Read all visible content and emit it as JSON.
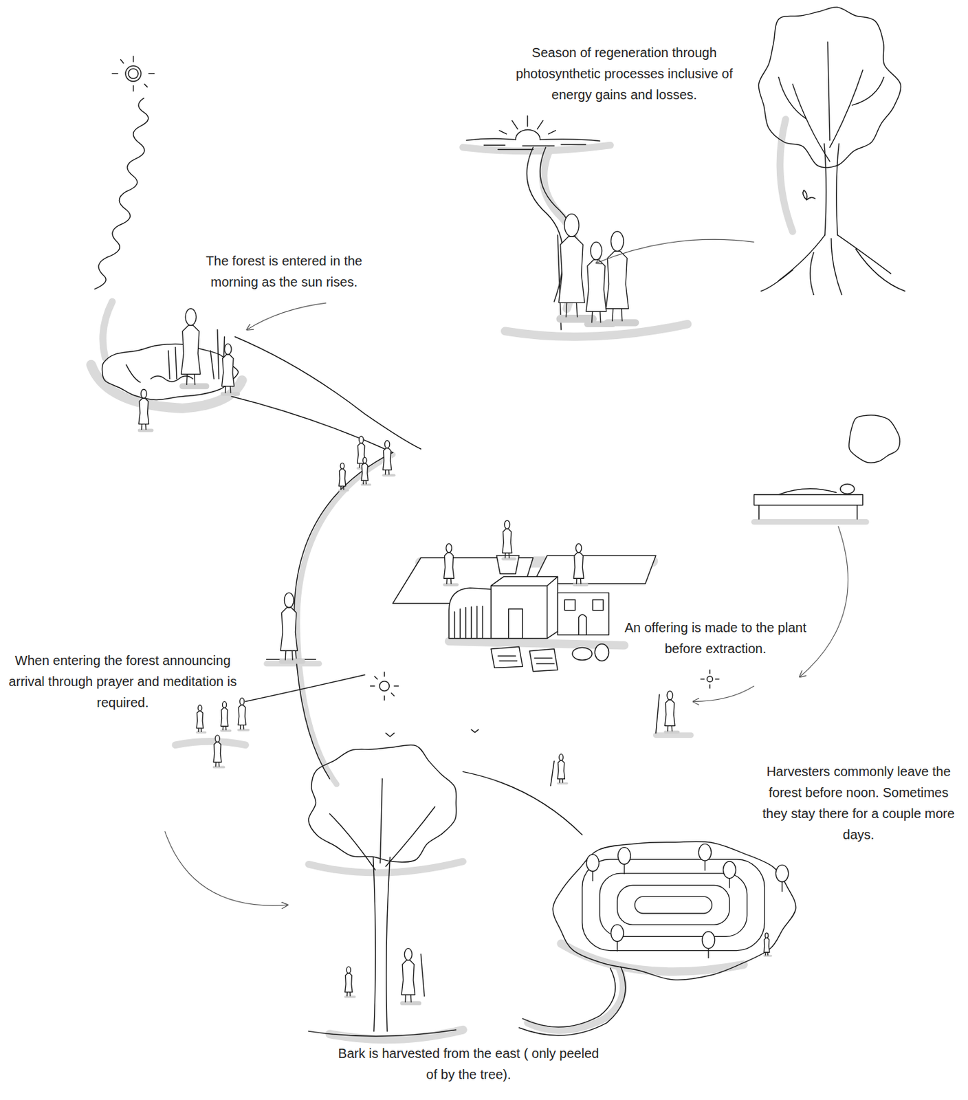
{
  "diagram": {
    "labels": [
      "Season of regeneration through photosynthetic processes inclusive of energy gains and losses.",
      "The forest is entered in the morning as the sun rises.",
      "When entering the forest announcing arrival through prayer and meditation is required.",
      "An offering is made to the plant before extraction.",
      "Harvesters commonly leave the forest before noon. Sometimes they stay there for a couple more days.",
      "Bark is harvested from the east ( only peeled of by the tree)."
    ]
  }
}
